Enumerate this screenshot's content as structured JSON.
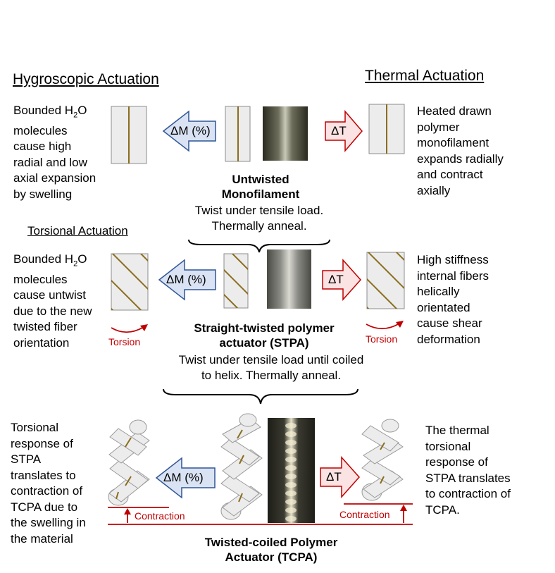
{
  "headers": {
    "hygroscopic": "Hygroscopic Actuation",
    "thermal": "Thermal Actuation",
    "torsional": "Torsional Actuation"
  },
  "row1": {
    "left_lines": [
      "Bounded H",
      "molecules",
      "cause high",
      "radial and low",
      "axial expansion",
      "by swelling"
    ],
    "h2o_sub": "2",
    "h2o_tail": "O",
    "right_lines": [
      "Heated drawn",
      "polymer",
      "monofilament",
      "expands radially",
      "and contract",
      "axially"
    ],
    "center_title": [
      "Untwisted",
      "Monofilament"
    ],
    "process": [
      "Twist under tensile load.",
      "Thermally anneal."
    ]
  },
  "row2": {
    "left_lines": [
      "Bounded H",
      "molecules",
      "cause untwist",
      "due to the new",
      "twisted fiber",
      "orientation"
    ],
    "h2o_sub": "2",
    "h2o_tail": "O",
    "right_lines": [
      "High stiffness",
      "internal fibers",
      "helically",
      "orientated",
      "cause shear",
      "deformation"
    ],
    "center_title": [
      "Straight-twisted polymer",
      "actuator (STPA)"
    ],
    "process": [
      "Twist under tensile load until coiled",
      "to helix. Thermally anneal."
    ],
    "torsion_left": "Torsion",
    "torsion_right": "Torsion"
  },
  "row3": {
    "left_lines": [
      "Torsional",
      "response of",
      "STPA",
      "translates to",
      "contraction of",
      "TCPA due to",
      "the swelling in",
      "the material"
    ],
    "right_lines": [
      "The thermal",
      "torsional",
      "response of",
      "STPA translates",
      "to contraction of",
      "TCPA."
    ],
    "center_title": [
      "Twisted-coiled Polymer",
      "Actuator (TCPA)"
    ],
    "contraction_left": "Contraction",
    "contraction_right": "Contraction"
  },
  "arrows": {
    "moisture": "ΔM (%)",
    "temperature": "ΔT"
  },
  "colors": {
    "fiber": "#8a6d1e",
    "blue_fill": "#dae3f3",
    "blue_stroke": "#2f5597",
    "red_fill": "#fbe3e3",
    "red_stroke": "#c00000",
    "box_fill": "#ececec",
    "box_stroke": "#8c8c8c"
  }
}
